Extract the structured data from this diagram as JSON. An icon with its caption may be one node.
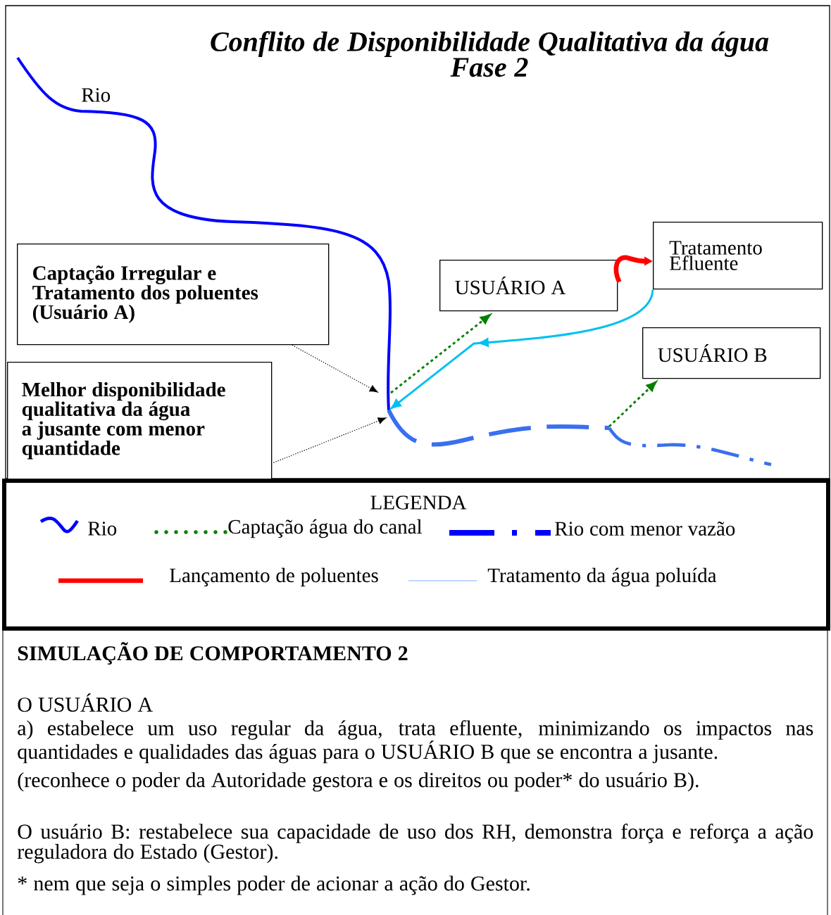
{
  "diagram": {
    "title": "Conflito de Disponibilidade Qualitativa da água Fase 2",
    "nodes": [
      {
        "text": [
          "Captação Irregular e Tratamento dos poluentes (Usuário A)"
        ]
      },
      {
        "text": [
          "Melhor disponibilidade qualitativa da água a jusante com menor quantidade"
        ]
      },
      {
        "text": [
          "USUÁRIO A"
        ]
      },
      {
        "text": [
          "Tratamento Efluente"
        ]
      },
      {
        "text": [
          "USUÁRIO B"
        ]
      }
    ],
    "edges": [
      {
        "from": 0,
        "to": null,
        "arrow": "to",
        "style": "dashed"
      },
      {
        "from": 1,
        "to": null,
        "arrow": "to",
        "style": "dashed"
      },
      {
        "from": null,
        "to": 2,
        "arrow": "to",
        "style": "dashed",
        "color": "#008000"
      },
      {
        "from": null,
        "to": 4,
        "arrow": "to",
        "style": "dashed",
        "color": "#008000"
      },
      {
        "from": 2,
        "to": 3,
        "arrow": "to",
        "style": "thick",
        "color": "#ff0000"
      },
      {
        "from": 3,
        "to": null,
        "arrow": "to",
        "color": "#00c0f0"
      }
    ],
    "labels": [
      "Rio",
      "LEGENDA",
      "SIMULAÇÃO DE COMPORTAMENTO 2",
      "O USUÁRIO A",
      "a) estabelece um uso regular da água, trata efluente, minimizando os impactos nas quantidades e qualidades das águas para o USUÁRIO B que se encontra a jusante.",
      "(reconhece o poder da Autoridade gestora e os direitos ou poder* do usuário B).",
      "O usuário B: restabelece sua capacidade de uso dos RH, demonstra força e reforça a ação reguladora do Estado (Gestor).",
      "* nem que seja o simples poder de acionar a ação do Gestor."
    ],
    "legend": [
      {
        "text": "Rio"
      },
      {
        "text": "Captação água do canal"
      },
      {
        "text": "Rio com menor vazão"
      },
      {
        "text": "Lançamento de poluentes"
      },
      {
        "text": "Tratamento da água poluída"
      }
    ]
  }
}
